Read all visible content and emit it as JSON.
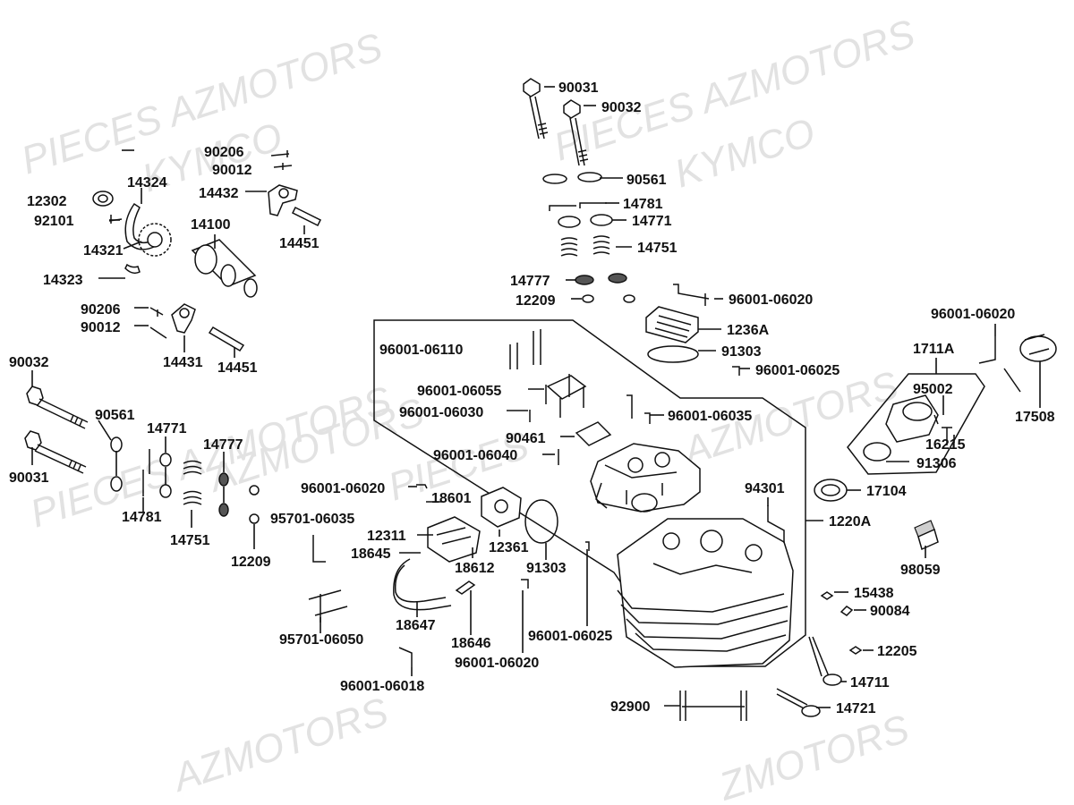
{
  "watermarks": [
    {
      "id": "wm1",
      "text": "PIECES AZMOTORS"
    },
    {
      "id": "wm2",
      "text": "KYMCO"
    },
    {
      "id": "wm3",
      "text": "PIECES AZMOTORS"
    },
    {
      "id": "wm4",
      "text": "KYMCO"
    },
    {
      "id": "wm5",
      "text": "AZMOTORS"
    },
    {
      "id": "wm6",
      "text": "PIECES AZMOTORS"
    },
    {
      "id": "wm7",
      "text": "AZMOTORS"
    },
    {
      "id": "wm8",
      "text": "PIECES"
    },
    {
      "id": "wm9",
      "text": "AZMOTORS"
    },
    {
      "id": "wm10",
      "text": "ZMOTORS"
    }
  ],
  "labels": [
    {
      "id": "l90206a",
      "text": "90206"
    },
    {
      "id": "l90012a",
      "text": "90012"
    },
    {
      "id": "l12302",
      "text": "12302"
    },
    {
      "id": "l14324",
      "text": "14324"
    },
    {
      "id": "l14432",
      "text": "14432"
    },
    {
      "id": "l92101",
      "text": "92101"
    },
    {
      "id": "l14100",
      "text": "14100"
    },
    {
      "id": "l14321",
      "text": "14321"
    },
    {
      "id": "l14451a",
      "text": "14451"
    },
    {
      "id": "l14323",
      "text": "14323"
    },
    {
      "id": "l90206b",
      "text": "90206"
    },
    {
      "id": "l90012b",
      "text": "90012"
    },
    {
      "id": "l14431",
      "text": "14431"
    },
    {
      "id": "l14451b",
      "text": "14451"
    },
    {
      "id": "l90032a",
      "text": "90032"
    },
    {
      "id": "l90561a",
      "text": "90561"
    },
    {
      "id": "l14771a",
      "text": "14771"
    },
    {
      "id": "l14777a",
      "text": "14777"
    },
    {
      "id": "l90031a",
      "text": "90031"
    },
    {
      "id": "l14781a",
      "text": "14781"
    },
    {
      "id": "l14751a",
      "text": "14751"
    },
    {
      "id": "l12209a",
      "text": "12209"
    },
    {
      "id": "l90031b",
      "text": "90031"
    },
    {
      "id": "l90032b",
      "text": "90032"
    },
    {
      "id": "l90561b",
      "text": "90561"
    },
    {
      "id": "l14781b",
      "text": "14781"
    },
    {
      "id": "l14771b",
      "text": "14771"
    },
    {
      "id": "l14751b",
      "text": "14751"
    },
    {
      "id": "l14777b",
      "text": "14777"
    },
    {
      "id": "l12209b",
      "text": "12209"
    },
    {
      "id": "l96001_06020a",
      "text": "96001-06020"
    },
    {
      "id": "l1236A",
      "text": "1236A"
    },
    {
      "id": "l91303a",
      "text": "91303"
    },
    {
      "id": "l96001_06025a",
      "text": "96001-06025"
    },
    {
      "id": "l96001_06110",
      "text": "96001-06110"
    },
    {
      "id": "l96001_06055",
      "text": "96001-06055"
    },
    {
      "id": "l96001_06030",
      "text": "96001-06030"
    },
    {
      "id": "l96001_06035",
      "text": "96001-06035"
    },
    {
      "id": "l90461",
      "text": "90461"
    },
    {
      "id": "l96001_06040",
      "text": "96001-06040"
    },
    {
      "id": "l96001_06020b",
      "text": "96001-06020"
    },
    {
      "id": "l18601",
      "text": "18601"
    },
    {
      "id": "l95701_06035",
      "text": "95701-06035"
    },
    {
      "id": "l12311",
      "text": "12311"
    },
    {
      "id": "l18645",
      "text": "18645"
    },
    {
      "id": "l12361",
      "text": "12361"
    },
    {
      "id": "l18612",
      "text": "18612"
    },
    {
      "id": "l91303b",
      "text": "91303"
    },
    {
      "id": "l18647",
      "text": "18647"
    },
    {
      "id": "l95701_06050",
      "text": "95701-06050"
    },
    {
      "id": "l18646",
      "text": "18646"
    },
    {
      "id": "l96001_06020c",
      "text": "96001-06020"
    },
    {
      "id": "l96001_06025b",
      "text": "96001-06025"
    },
    {
      "id": "l96001_06018",
      "text": "96001-06018"
    },
    {
      "id": "l94301",
      "text": "94301"
    },
    {
      "id": "l17104",
      "text": "17104"
    },
    {
      "id": "l1220A",
      "text": "1220A"
    },
    {
      "id": "l96001_06020d",
      "text": "96001-06020"
    },
    {
      "id": "l1711A",
      "text": "1711A"
    },
    {
      "id": "l95002",
      "text": "95002"
    },
    {
      "id": "l16215",
      "text": "16215"
    },
    {
      "id": "l91306",
      "text": "91306"
    },
    {
      "id": "l17508",
      "text": "17508"
    },
    {
      "id": "l98059",
      "text": "98059"
    },
    {
      "id": "l15438",
      "text": "15438"
    },
    {
      "id": "l90084",
      "text": "90084"
    },
    {
      "id": "l12205",
      "text": "12205"
    },
    {
      "id": "l14711",
      "text": "14711"
    },
    {
      "id": "l14721",
      "text": "14721"
    },
    {
      "id": "l92900",
      "text": "92900"
    }
  ]
}
